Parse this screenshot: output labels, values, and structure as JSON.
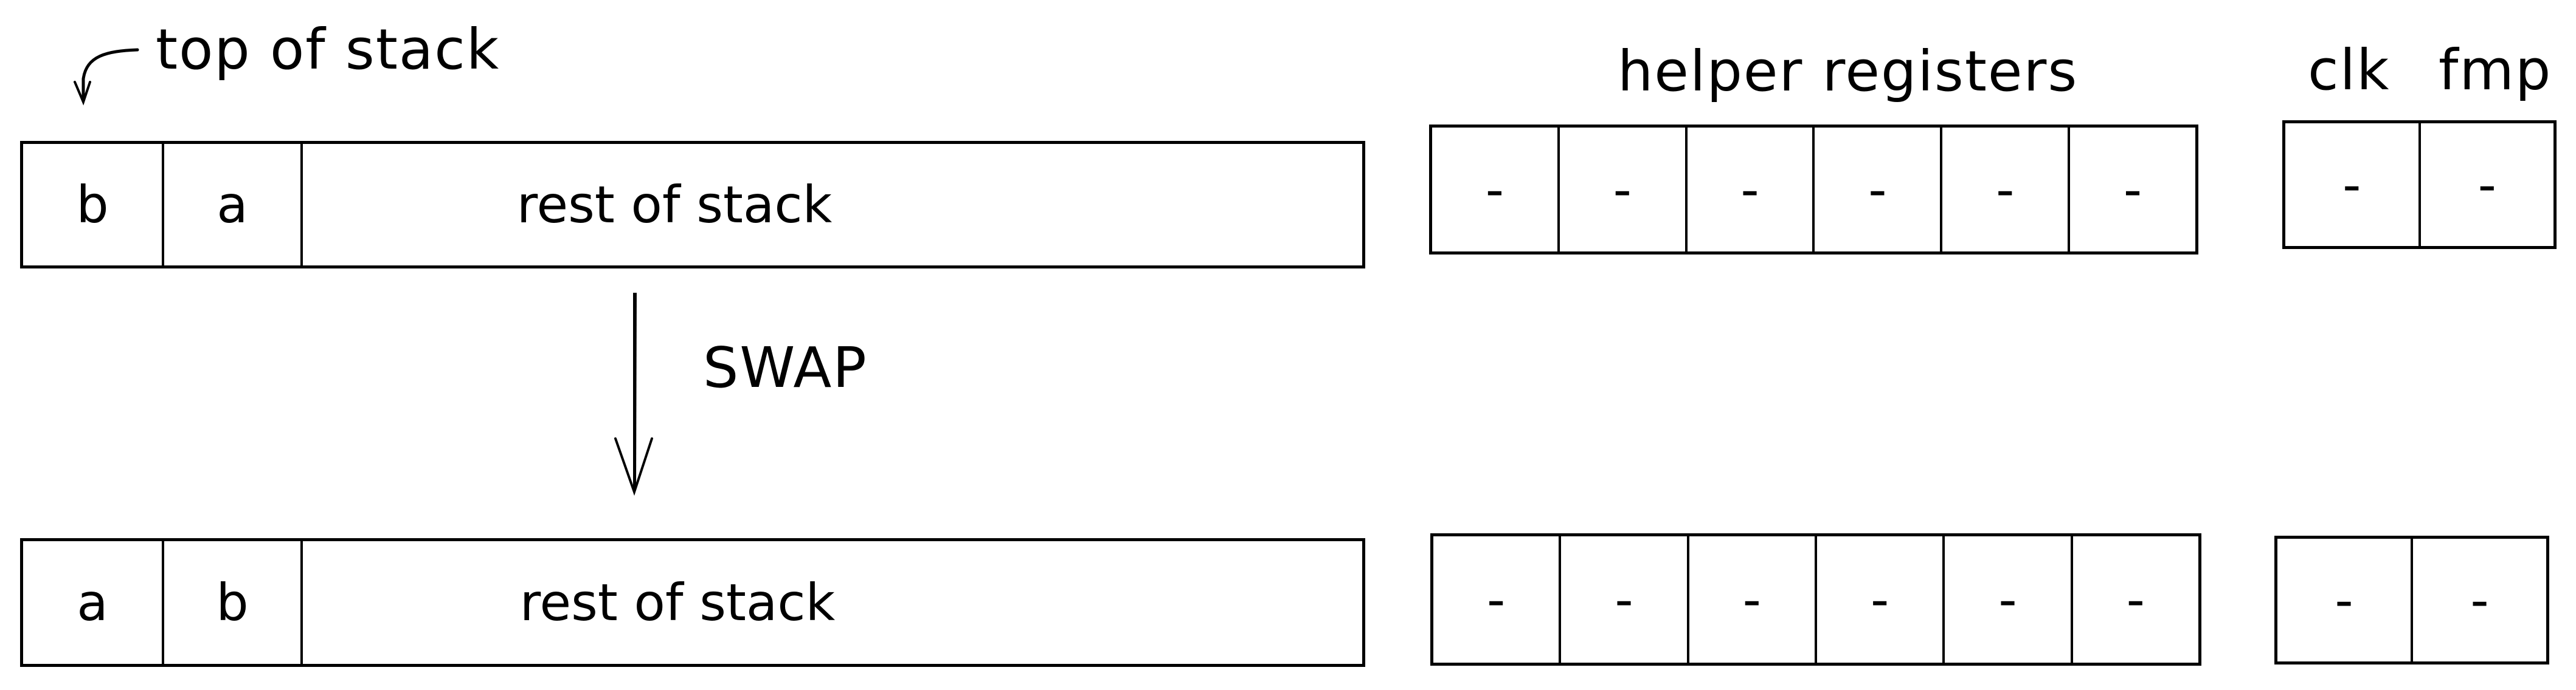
{
  "annotations": {
    "top_of_stack": "top of stack",
    "helper_registers": "helper registers",
    "clk": "clk",
    "fmp": "fmp",
    "operation": "SWAP"
  },
  "before": {
    "stack": {
      "cells": [
        "b",
        "a"
      ],
      "rest": "rest of stack"
    },
    "helper_registers": [
      "-",
      "-",
      "-",
      "-",
      "-",
      "-"
    ],
    "clk": "-",
    "fmp": "-"
  },
  "after": {
    "stack": {
      "cells": [
        "a",
        "b"
      ],
      "rest": "rest of stack"
    },
    "helper_registers": [
      "-",
      "-",
      "-",
      "-",
      "-",
      "-"
    ],
    "clk": "-",
    "fmp": "-"
  },
  "style": {
    "stroke": "#000000",
    "background": "#ffffff"
  }
}
